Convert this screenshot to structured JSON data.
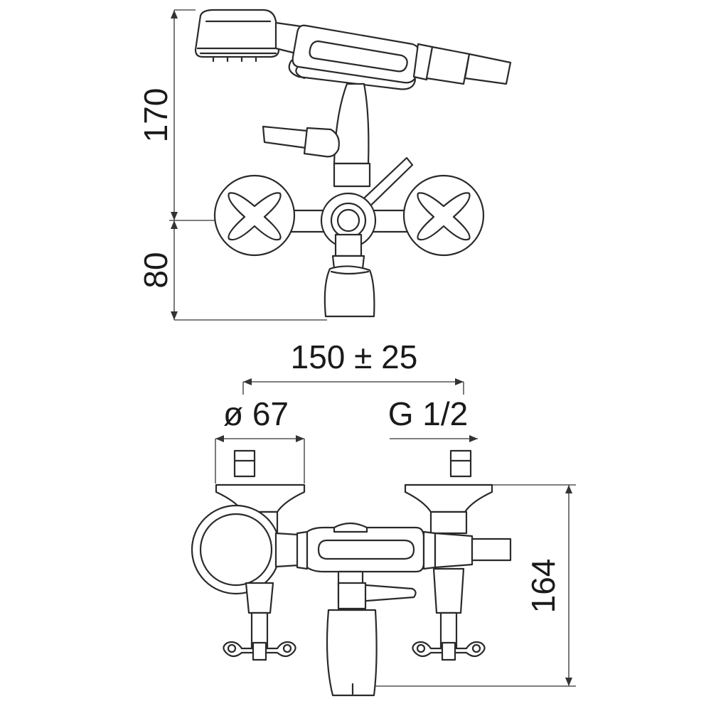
{
  "title": "",
  "dimensions": {
    "side_height_upper": "170",
    "side_height_lower": "80",
    "center_distance": "150 ± 25",
    "flange_diameter": "ø 67",
    "thread": "G 1/2",
    "front_height": "164"
  },
  "colors": {
    "stroke": "#2a2a2a",
    "background": "#ffffff"
  }
}
